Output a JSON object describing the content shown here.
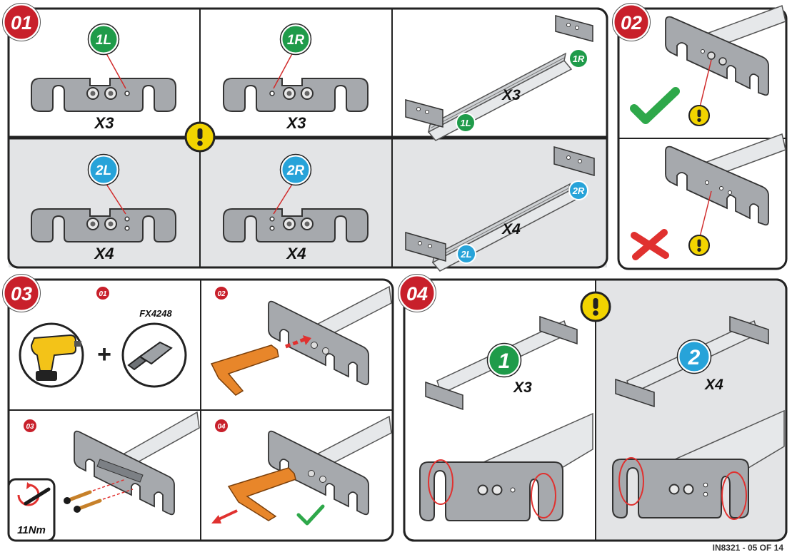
{
  "steps": {
    "s01": "01",
    "s02": "02",
    "s03": "03",
    "s04": "04"
  },
  "substeps": {
    "a": "01",
    "b": "02",
    "c": "03",
    "d": "04"
  },
  "panel01": {
    "cells": [
      {
        "label": "1L",
        "qty": "X3",
        "color": "#1f9b4a"
      },
      {
        "label": "1R",
        "qty": "X3",
        "color": "#1f9b4a"
      },
      {
        "label": "2L",
        "qty": "X4",
        "color": "#27a3d9"
      },
      {
        "label": "2R",
        "qty": "X4",
        "color": "#27a3d9"
      }
    ],
    "assembly_top": {
      "qty": "X3",
      "left": "1L",
      "right": "1R"
    },
    "assembly_bottom": {
      "qty": "X4",
      "left": "2L",
      "right": "2R"
    }
  },
  "panel03": {
    "bit_code": "FX4248",
    "torque": "11Nm"
  },
  "panel04": {
    "left": {
      "label": "1",
      "qty": "X3"
    },
    "right": {
      "label": "2",
      "qty": "X4"
    }
  },
  "warning_glyph": "!",
  "footer": "IN8321 - 05 OF 14",
  "colors": {
    "brand_red": "#c8202b",
    "green": "#1f9b4a",
    "blue": "#27a3d9",
    "warning_yellow": "#f2d400",
    "orange": "#e8862a"
  }
}
